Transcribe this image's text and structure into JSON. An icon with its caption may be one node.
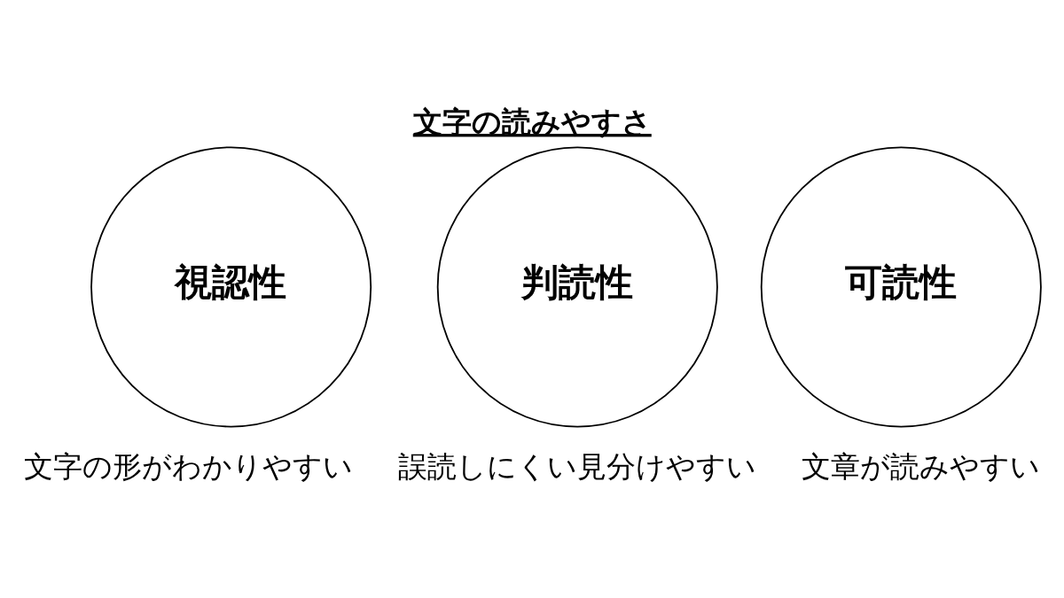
{
  "diagram": {
    "title": "文字の読みやすさ",
    "nodes": [
      {
        "text": [
          "視認性"
        ],
        "beside": [
          "文字の形がわかりやすい"
        ]
      },
      {
        "text": [
          "判読性"
        ],
        "beside": [
          "誤読しにくい見分けやすい"
        ]
      },
      {
        "text": [
          "可読性"
        ],
        "beside": [
          "文章が読みやすい"
        ]
      }
    ]
  }
}
